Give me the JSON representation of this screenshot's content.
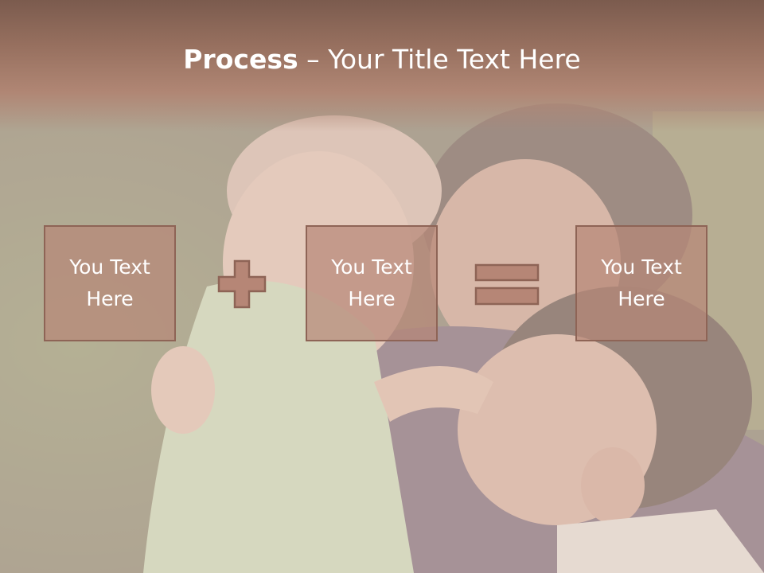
{
  "slide": {
    "title_bold": "Process",
    "title_rest": " – Your Title Text Here",
    "boxes": [
      {
        "text": "You Text Here"
      },
      {
        "text": "You Text Here"
      },
      {
        "text": "You Text Here"
      }
    ],
    "operators": [
      "plus-icon",
      "equals-icon"
    ],
    "colors": {
      "header": "#9d7463",
      "box_fill": "#b68676",
      "box_border": "#8e6456",
      "text": "#ffffff"
    }
  }
}
